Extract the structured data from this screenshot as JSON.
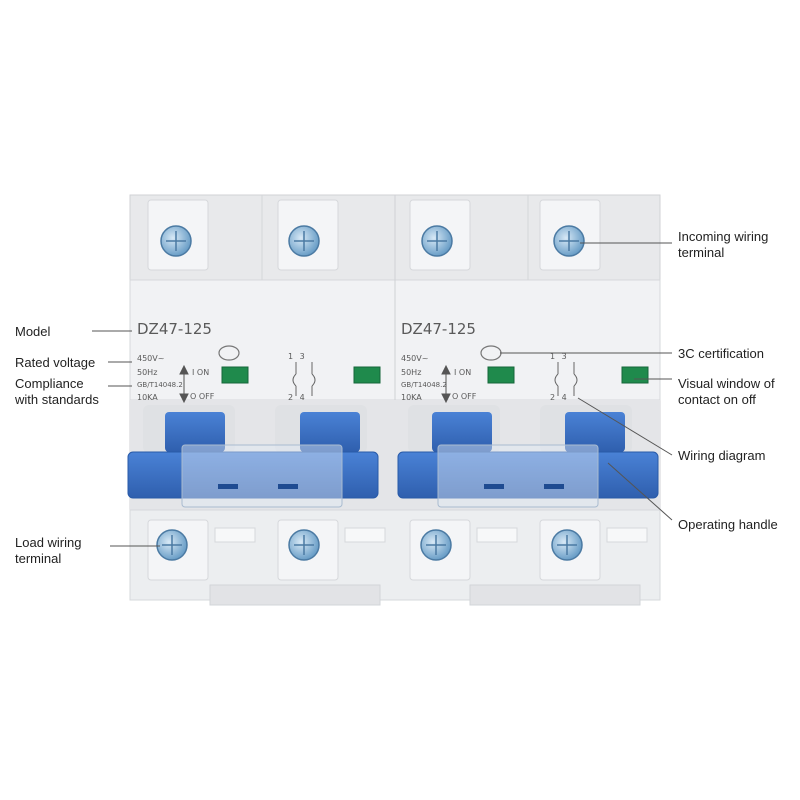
{
  "breaker": {
    "model": "DZ47-125",
    "rated_voltage": "450V~",
    "frequency": "50Hz",
    "standard": "GB/T14048.2",
    "breaking_capacity": "10KA",
    "on_label": "I ON",
    "off_label": "O OFF",
    "diagram_top": "1 3",
    "diagram_bottom": "2 4",
    "body_color": "#e9eaec",
    "handle_color": "#3d72c4",
    "window_color": "#1f8a4c"
  },
  "callouts": {
    "model": "Model",
    "rated_voltage": "Rated voltage",
    "compliance": "Compliance\nwith standards",
    "load_terminal": "Load wiring\nterminal",
    "incoming_terminal": "Incoming wiring\nterminal",
    "cert": "3C certification",
    "visual_window": "Visual window of\ncontact on off",
    "wiring_diagram": "Wiring diagram",
    "operating_handle": "Operating handle"
  }
}
